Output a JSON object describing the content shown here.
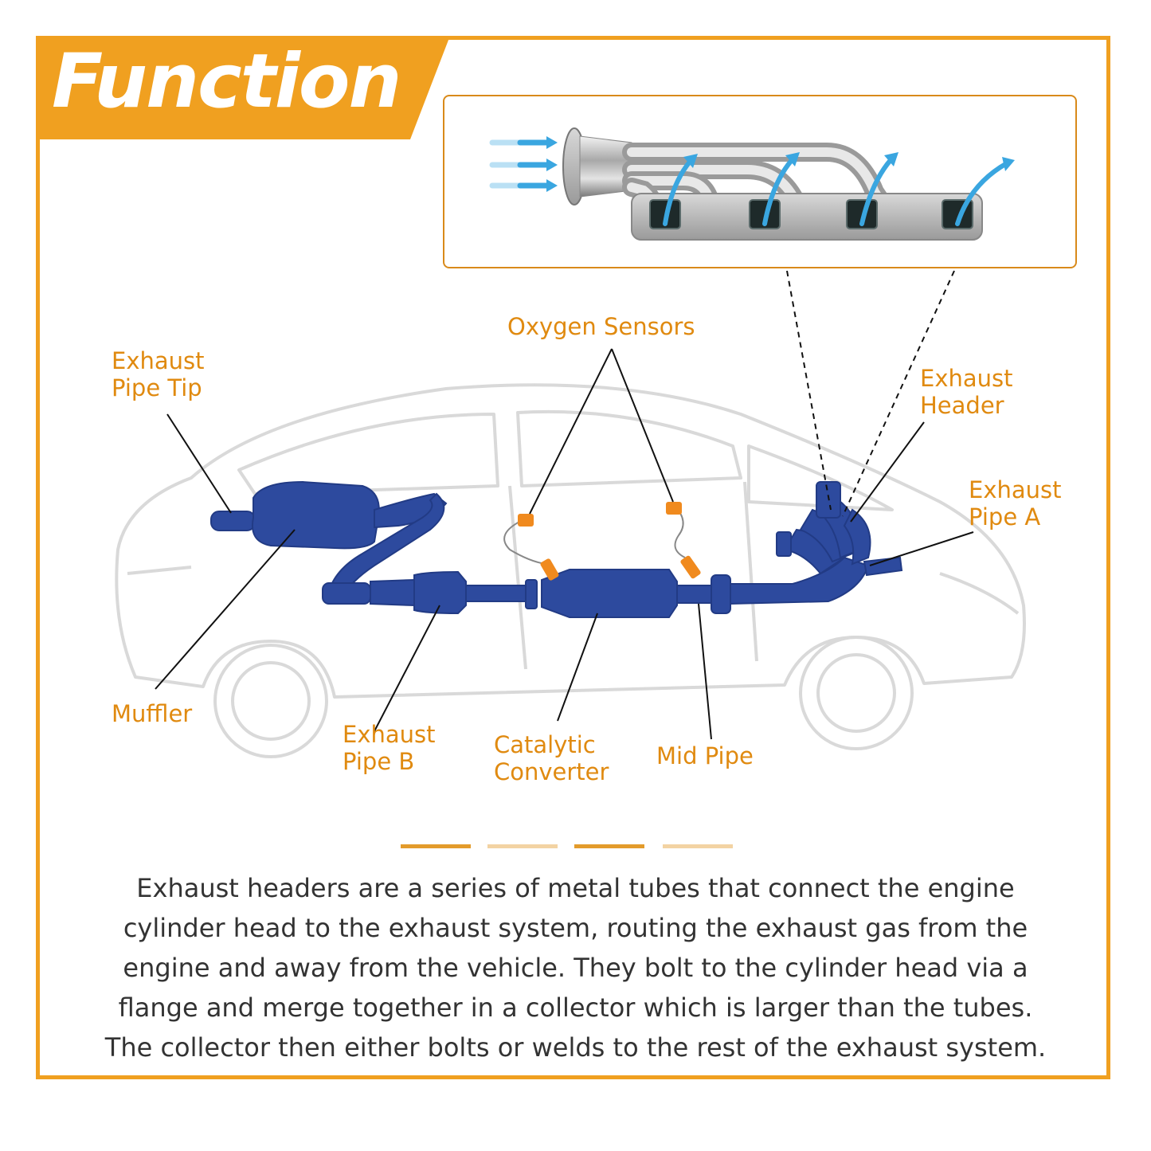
{
  "header": {
    "title": "Function"
  },
  "labels": {
    "exhaust_pipe_tip": [
      "Exhaust",
      "Pipe Tip"
    ],
    "oxygen_sensors": "Oxygen Sensors",
    "exhaust_header": [
      "Exhaust",
      "Header"
    ],
    "exhaust_pipe_a": [
      "Exhaust",
      "Pipe A"
    ],
    "muffler": "Muffler",
    "exhaust_pipe_b": [
      "Exhaust",
      "Pipe B"
    ],
    "catalytic_converter": [
      "Catalytic",
      "Converter"
    ],
    "mid_pipe": "Mid Pipe"
  },
  "colors": {
    "accent": "#f0a020",
    "label": "#e08a10",
    "exhaust_system": "#2d4a9e",
    "sensor": "#f08a1e",
    "car_outline": "#d9d9d9",
    "airflow": "#3aa6e0",
    "text": "#333333"
  },
  "description": {
    "lines": [
      "Exhaust headers are a series of metal tubes that connect the engine",
      "cylinder head to the exhaust system, routing the exhaust gas from the",
      "engine and away from the vehicle. They bolt to the cylinder head via a",
      "flange and merge together in a collector which is larger than the tubes.",
      "The collector then either bolts or welds to the rest of the exhaust system."
    ]
  }
}
